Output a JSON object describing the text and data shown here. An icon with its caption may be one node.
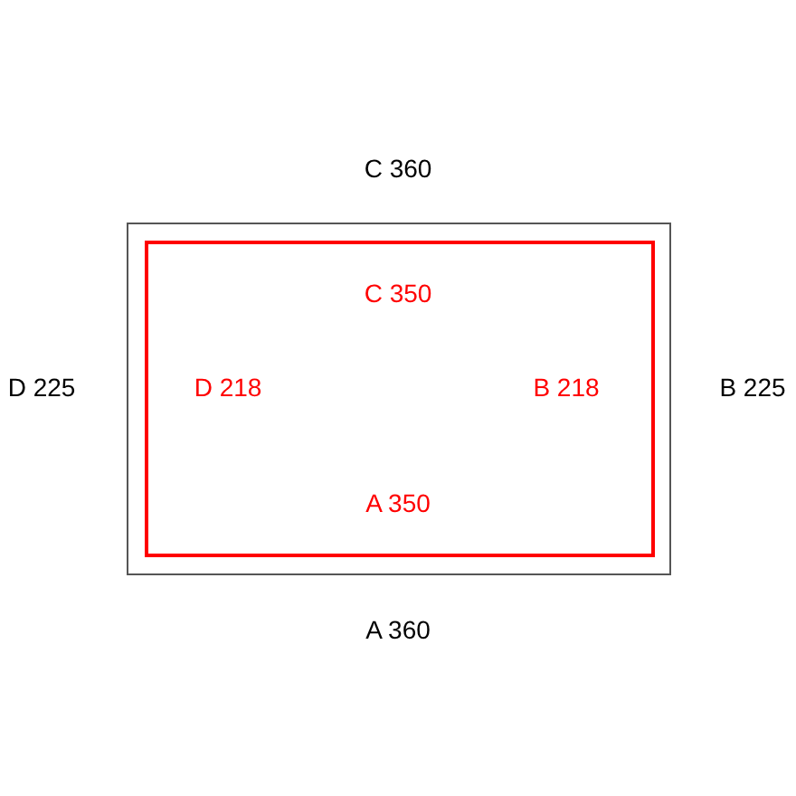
{
  "diagram": {
    "nodes": [
      {
        "text": [],
        "shape": "box"
      },
      {
        "text": [],
        "shape": "box",
        "in": 0
      }
    ],
    "labels": [
      "C 360",
      "C 350",
      "D 225",
      "D 218",
      "B 218",
      "B 225",
      "A 350",
      "A 360"
    ]
  }
}
